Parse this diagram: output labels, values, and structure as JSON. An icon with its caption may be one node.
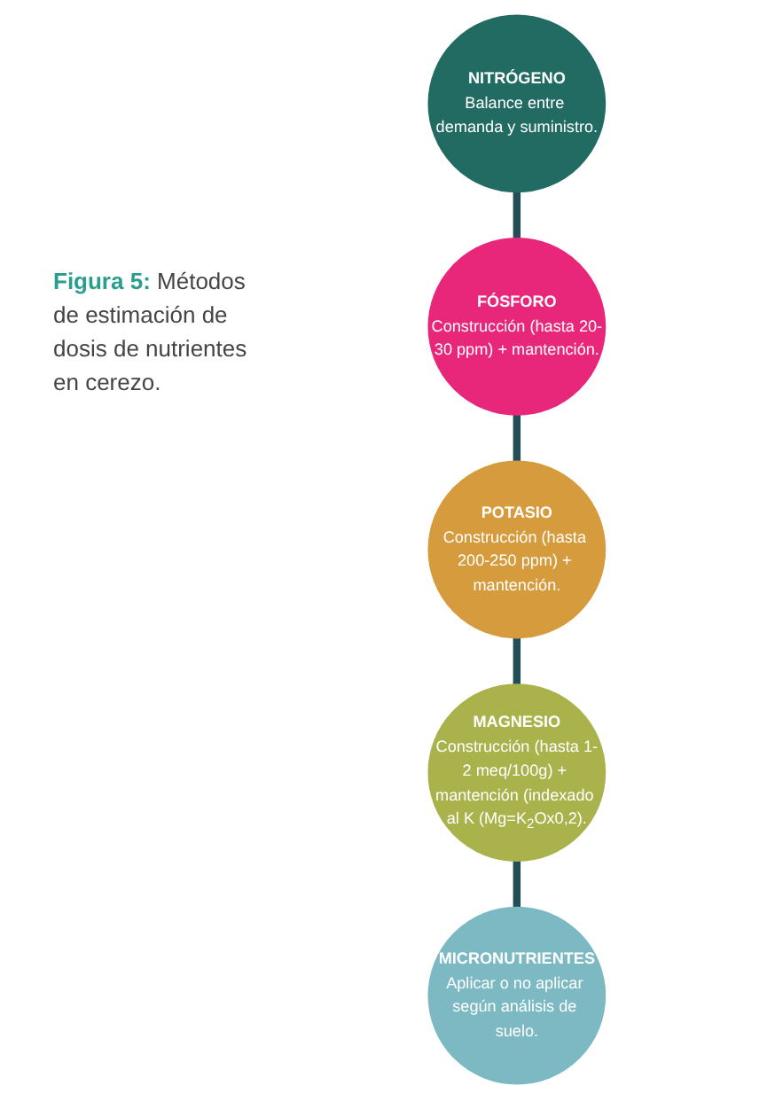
{
  "diagram": {
    "caption": "**Figura 5:** Métodos de estimación de dosis de nutrientes en cerezo.",
    "nodes": [
      {
        "text": [
          "NITRÓGENO",
          "Balance entre demanda y suministro."
        ]
      },
      {
        "text": [
          "FÓSFORO",
          "Construcción (hasta 20-30 ppm) + mantención."
        ]
      },
      {
        "text": [
          "POTASIO",
          "Construcción (hasta 200-250 ppm) + mantención."
        ]
      },
      {
        "text": [
          "MAGNESIO",
          "Construcción (hasta 1-2 meq/100g) + mantención (indexado al K (Mg=K$_{2}$Ox0,2)."
        ]
      },
      {
        "text": [
          "MICRONUTRIENTES",
          "Aplicar o no aplicar según análisis de suelo."
        ]
      }
    ],
    "edges": [
      {
        "from": 0,
        "to": 1,
        "arrow": "none"
      },
      {
        "from": 1,
        "to": 2,
        "arrow": "none"
      },
      {
        "from": 2,
        "to": 3,
        "arrow": "none"
      },
      {
        "from": 3,
        "to": 4,
        "arrow": "none"
      }
    ]
  }
}
